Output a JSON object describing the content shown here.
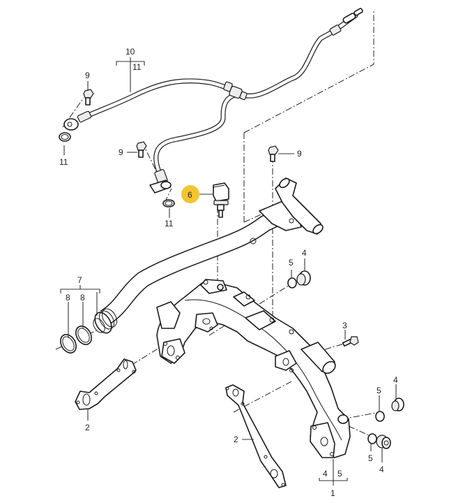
{
  "diagram": {
    "highlight_color": "#f2c531",
    "highlighted_callout": "6",
    "callouts": {
      "c1": "1",
      "c2a": "2",
      "c2b": "2",
      "c3": "3",
      "c4a": "4",
      "c4b": "4",
      "c4c": "4",
      "c4d": "4",
      "c5a": "5",
      "c5b": "5",
      "c5c": "5",
      "c5d": "5",
      "c6": "6",
      "c7": "7",
      "c8a": "8",
      "c8b": "8",
      "c9a": "9",
      "c9b": "9",
      "c9c": "9",
      "c10": "10",
      "c11a": "11",
      "c11b": "11",
      "c11c": "11"
    }
  }
}
